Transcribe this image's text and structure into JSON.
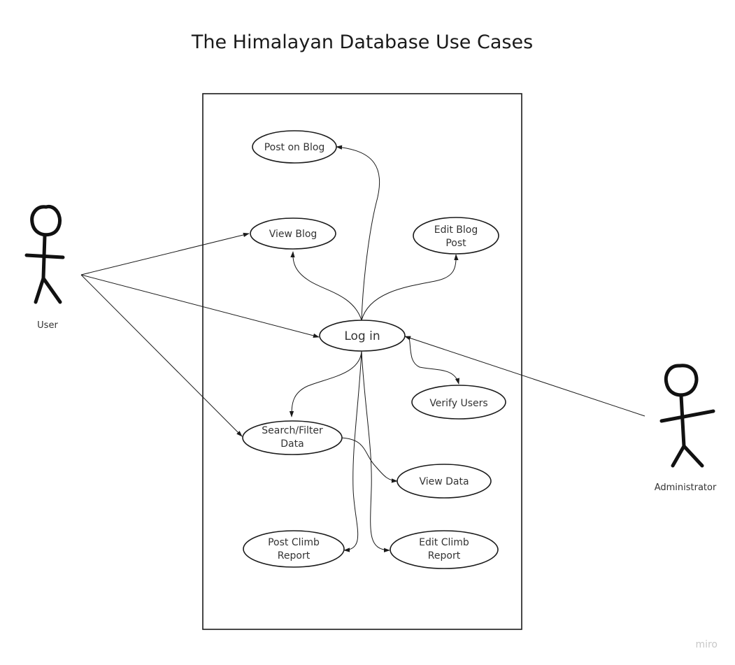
{
  "title": "The Himalayan Database Use Cases",
  "actors": {
    "user": "User",
    "administrator": "Administrator"
  },
  "use_cases": {
    "post_on_blog": [
      "Post on Blog"
    ],
    "view_blog": [
      "View Blog"
    ],
    "edit_blog_post": [
      "Edit Blog",
      "Post"
    ],
    "log_in": [
      "Log in"
    ],
    "verify_users": [
      "Verify Users"
    ],
    "search_filter_data": [
      "Search/Filter",
      "Data"
    ],
    "view_data": [
      "View Data"
    ],
    "post_climb_report": [
      "Post Climb",
      "Report"
    ],
    "edit_climb_report": [
      "Edit Climb",
      "Report"
    ]
  },
  "watermark": "miro",
  "colors": {
    "stroke": "#1a1a1a",
    "background": "#ffffff",
    "text": "#333333",
    "watermark": "#c8c8c8"
  }
}
